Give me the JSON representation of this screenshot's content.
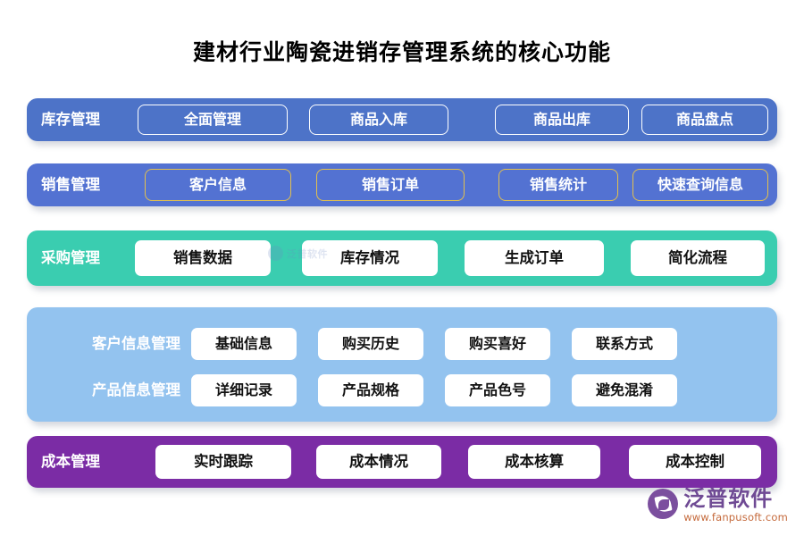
{
  "page": {
    "title": "建材行业陶瓷进销存管理系统的核心功能"
  },
  "colors": {
    "inventory_band": "#4d73c8",
    "sales_band": "#5372d2",
    "sales_chip_border": "#e3c04d",
    "purchase_band": "#3acdb0",
    "info_band": "#93c3ef",
    "cost_band": "#7b2ca5",
    "title_text": "#000000",
    "brand_purple": "#6f4a94",
    "brand_orange": "#c56a3c"
  },
  "bands": [
    {
      "id": "inventory",
      "label": "库存管理",
      "chips": [
        "全面管理",
        "商品入库",
        "商品出库",
        "商品盘点"
      ]
    },
    {
      "id": "sales",
      "label": "销售管理",
      "chips": [
        "客户信息",
        "销售订单",
        "销售统计",
        "快速查询信息"
      ]
    },
    {
      "id": "purchase",
      "label": "采购管理",
      "chips": [
        "销售数据",
        "库存情况",
        "生成订单",
        "简化流程"
      ]
    },
    {
      "id": "cost",
      "label": "成本管理",
      "chips": [
        "实时跟踪",
        "成本情况",
        "成本核算",
        "成本控制"
      ]
    }
  ],
  "info_band": {
    "rows": [
      {
        "label": "客户信息管理",
        "chips": [
          "基础信息",
          "购买历史",
          "购买喜好",
          "联系方式"
        ]
      },
      {
        "label": "产品信息管理",
        "chips": [
          "详细记录",
          "产品规格",
          "产品色号",
          "避免混淆"
        ]
      }
    ]
  },
  "watermark": {
    "text": "泛普软件"
  },
  "brand": {
    "name": "泛普软件",
    "url": "www.fanpusoft.com"
  }
}
